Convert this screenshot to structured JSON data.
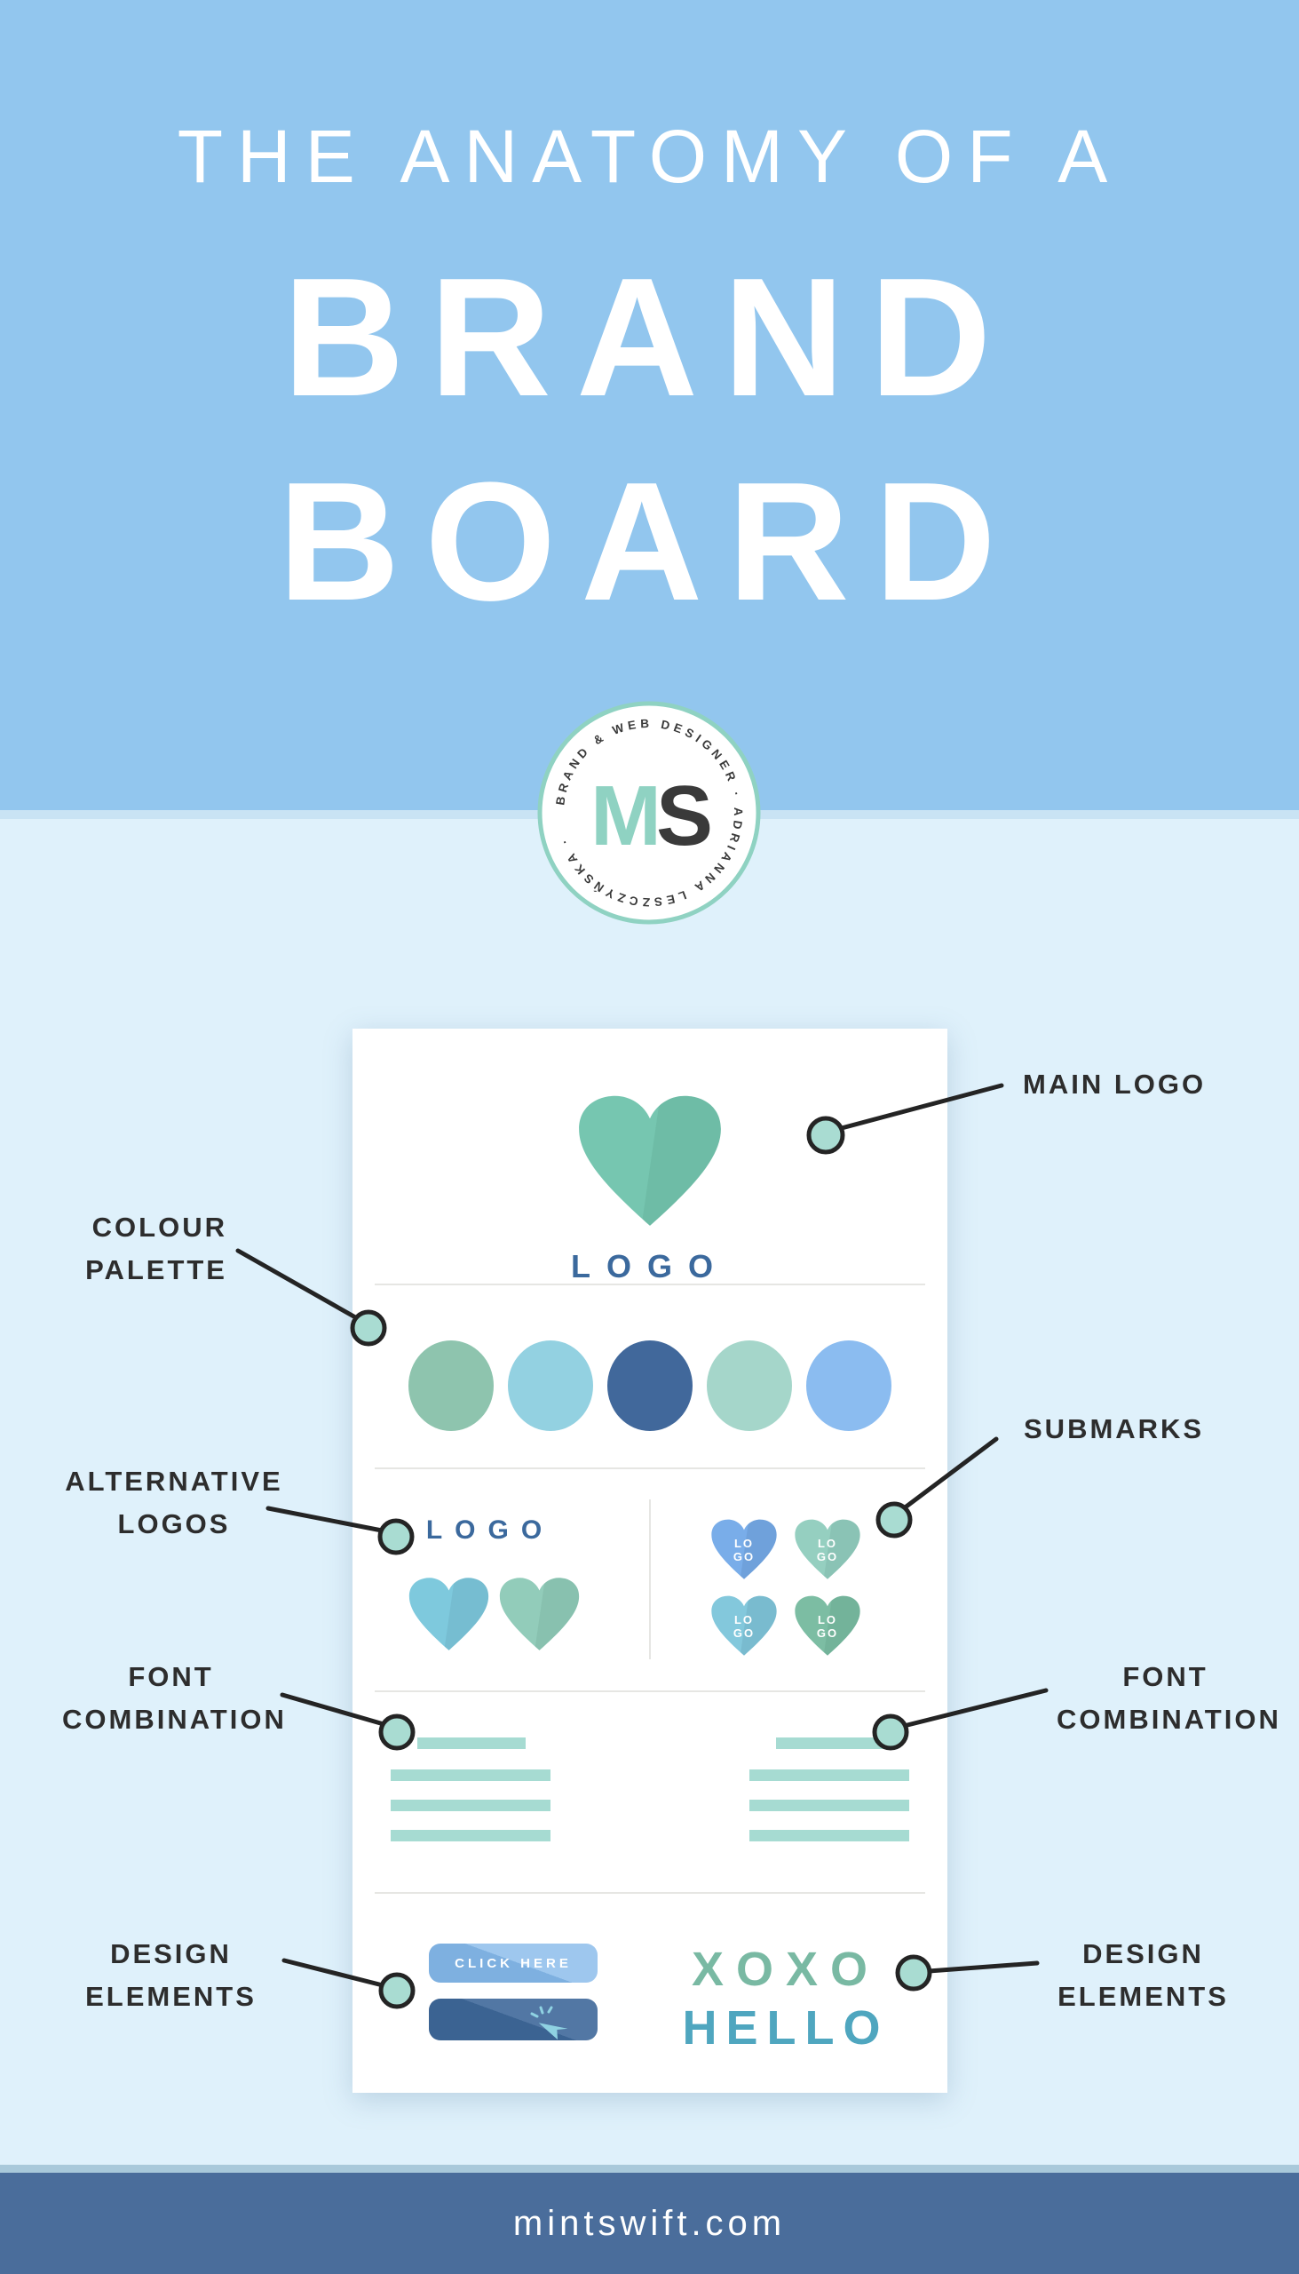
{
  "header": {
    "line1": "THE ANATOMY OF A",
    "line2": "BRAND",
    "line3": "BOARD"
  },
  "badge": {
    "ring_text": "BRAND & WEB DESIGNER · ADRIANNA LESZCZYŃSKA ·",
    "monogram_m": "M",
    "monogram_s": "S"
  },
  "board": {
    "main_logo_text": "LOGO",
    "alt_logo_text": "LOGO",
    "submark_line1": "LO",
    "submark_line2": "GO",
    "button_label": "CLICK HERE",
    "xoxo": "XOXO",
    "hello": "HELLO",
    "palette_colors": [
      "#8ec4ae",
      "#93d1e1",
      "#41689b",
      "#a5d6ca",
      "#8bbcf0"
    ],
    "alt_heart_colors": [
      "#7ec9dd",
      "#92ccba"
    ],
    "submark_heart_colors": [
      "#79ade9",
      "#95cfc0",
      "#83c8dc",
      "#7cbda3"
    ]
  },
  "labels": {
    "main_logo": "MAIN LOGO",
    "colour_line1": "COLOUR",
    "colour_line2": "PALETTE",
    "alternative_line1": "ALTERNATIVE",
    "alternative_line2": "LOGOS",
    "submarks": "SUBMARKS",
    "font_line1": "FONT",
    "font_line2": "COMBINATION",
    "design_line1": "DESIGN",
    "design_line2": "ELEMENTS"
  },
  "footer": {
    "url": "mintswift.com"
  },
  "colors": {
    "header_bg": "#92c6ee",
    "body_bg": "#dff1fb",
    "transition": "#c9e3f4",
    "card_bg": "#ffffff",
    "footer_bg": "#4a6d9b",
    "footer_strip": "#a9c9da",
    "title": "#ffffff",
    "label": "#2d2d2d",
    "line": "#242424",
    "dot_fill": "#a9dcd2",
    "mint": "#8fd2c2",
    "dark": "#3a3a3a",
    "heart_main": "#76c6b0",
    "logo_text": "#3b699d",
    "bar": "#a6dbd2",
    "divider": "#e6e6e3",
    "btn_light": "#83b7e9",
    "btn_dark": "#3e689a",
    "xoxo": "#79b9a3",
    "hello": "#4fa6bf",
    "cursor": "#8fd2e2"
  }
}
